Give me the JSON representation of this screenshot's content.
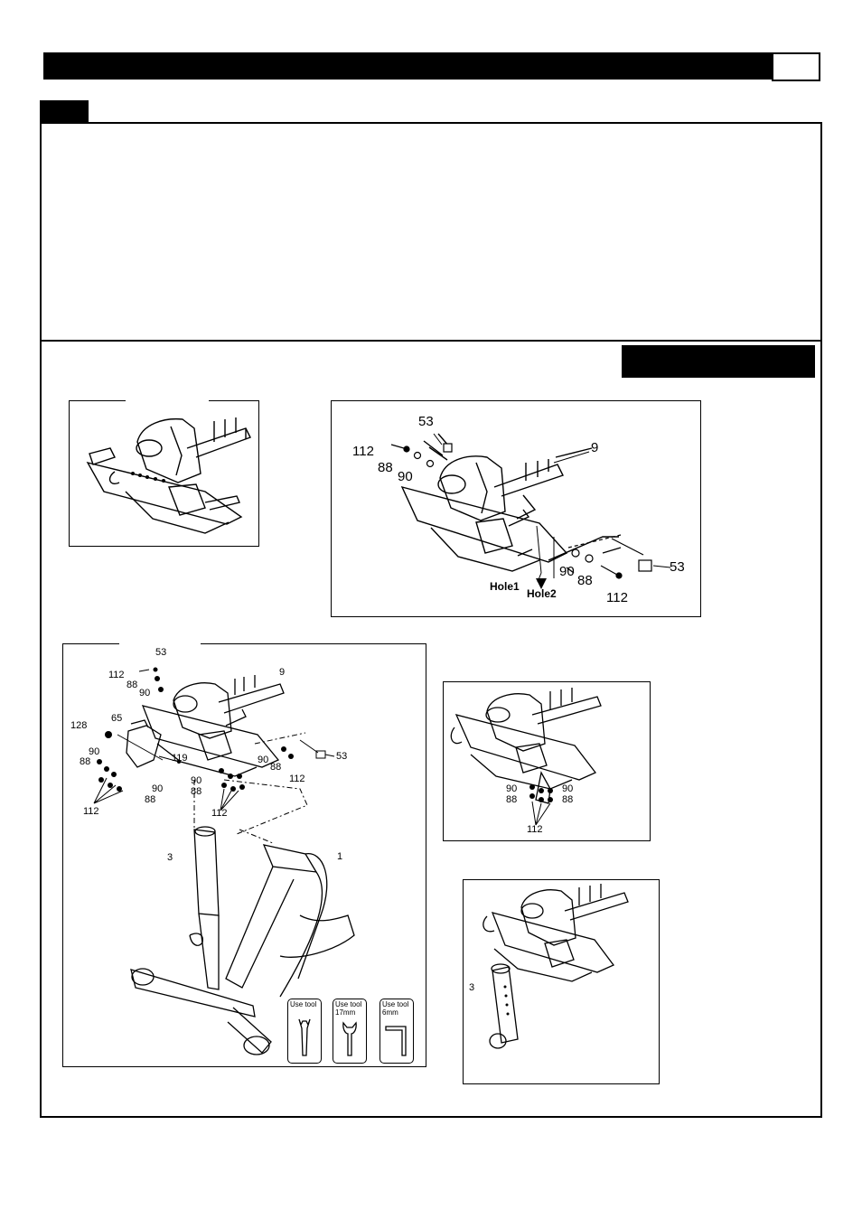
{
  "figures": {
    "fig_b": {
      "labels": {
        "p53_top": "53",
        "p9": "9",
        "p112_left": "112",
        "p88_left": "88",
        "p90_left": "90",
        "p90_right": "90",
        "p88_right": "88",
        "p53_right": "53",
        "p112_right": "112",
        "hole1": "Hole1",
        "hole2": "Hole2"
      }
    },
    "fig_c": {
      "labels": {
        "p53": "53",
        "p9": "9",
        "p112_a": "112",
        "p88_a": "88",
        "p90_a": "90",
        "p128": "128",
        "p65": "65",
        "p90_b": "90",
        "p88_b": "88",
        "p119": "119",
        "p90_c": "90",
        "p88_c": "88",
        "p112_b": "112",
        "p112_c": "112",
        "p90_d": "90",
        "p88_d": "88",
        "p90_e": "90",
        "p88_e": "88",
        "p112_d": "112",
        "p53_b": "53",
        "p3": "3",
        "p1": "1"
      },
      "tools": [
        {
          "text": "Use tool",
          "icon": "wrench-icon"
        },
        {
          "text": "Use tool\n17mm",
          "icon": "open-wrench-icon"
        },
        {
          "text": "Use tool\n6mm",
          "icon": "allen-key-icon"
        }
      ]
    },
    "fig_d": {
      "labels": {
        "p90_l": "90",
        "p88_l": "88",
        "p90_r": "90",
        "p88_r": "88",
        "p112": "112"
      }
    },
    "fig_e": {
      "labels": {
        "p3": "3"
      }
    }
  }
}
